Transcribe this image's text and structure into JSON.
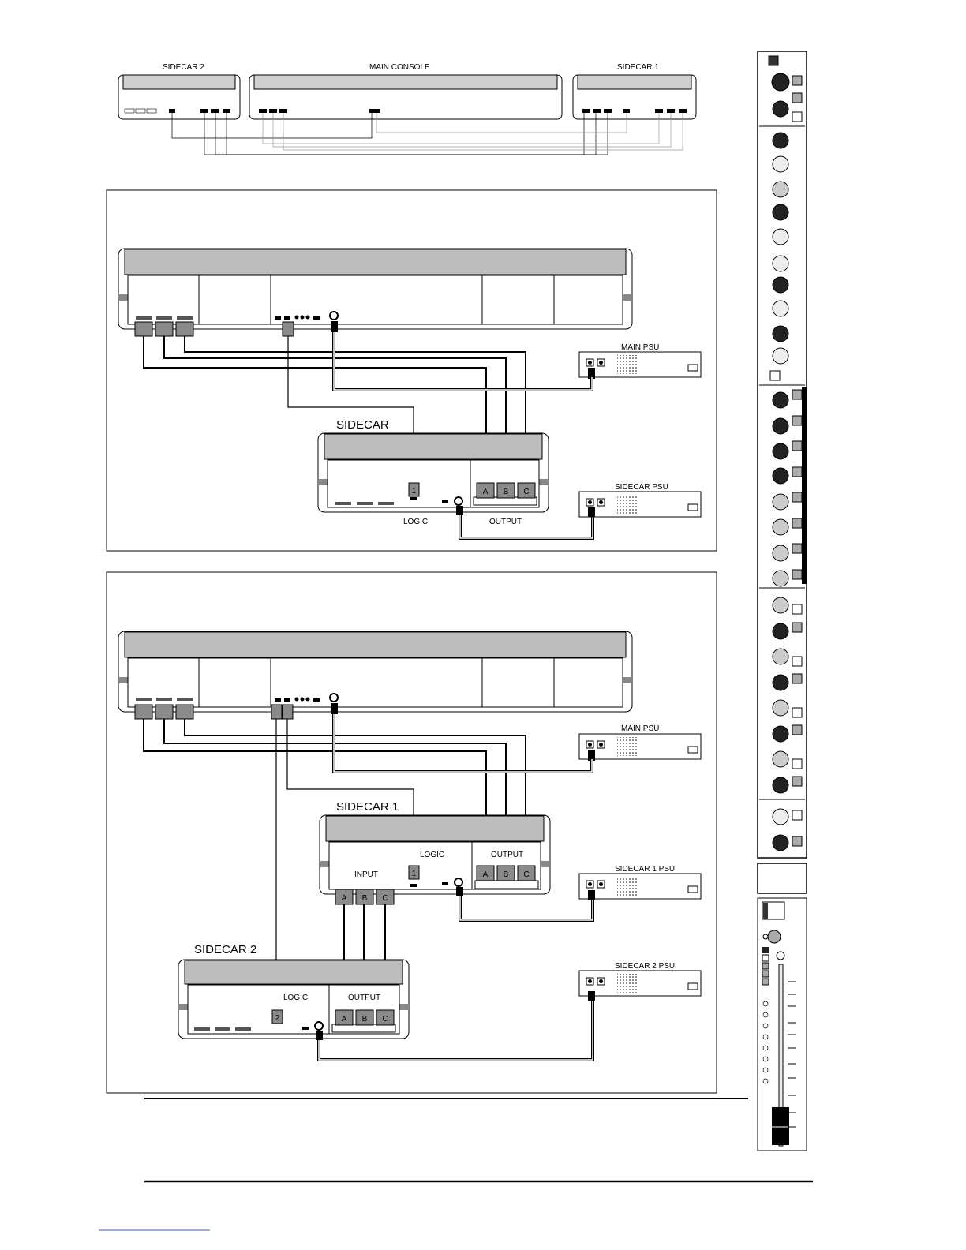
{
  "overview": {
    "sidecar2_label": "SIDECAR 2",
    "main_label": "MAIN CONSOLE",
    "sidecar1_label": "SIDECAR 1"
  },
  "panel1": {
    "main_psu_label": "MAIN PSU",
    "sidecar_title": "SIDECAR",
    "sidecar_psu_label": "SIDECAR PSU",
    "logic_label": "LOGIC",
    "output_label": "OUTPUT",
    "logic_port": "1",
    "output_ports": [
      "A",
      "B",
      "C"
    ]
  },
  "panel2": {
    "main_psu_label": "MAIN PSU",
    "sidecar1_title": "SIDECAR 1",
    "sidecar1_psu_label": "SIDECAR 1 PSU",
    "sidecar1_logic_label": "LOGIC",
    "sidecar1_output_label": "OUTPUT",
    "sidecar1_input_label": "INPUT",
    "sidecar1_logic_port": "1",
    "sidecar1_output_ports": [
      "A",
      "B",
      "C"
    ],
    "sidecar1_input_ports": [
      "A",
      "B",
      "C"
    ],
    "sidecar2_title": "SIDECAR 2",
    "sidecar2_psu_label": "SIDECAR 2 PSU",
    "sidecar2_logic_label": "LOGIC",
    "sidecar2_output_label": "OUTPUT",
    "sidecar2_logic_port": "2",
    "sidecar2_output_ports": [
      "A",
      "B",
      "C"
    ]
  },
  "colors": {
    "ink": "#000000",
    "fill_light": "#bdbdbd",
    "fill_mid": "#8a8a8a"
  }
}
